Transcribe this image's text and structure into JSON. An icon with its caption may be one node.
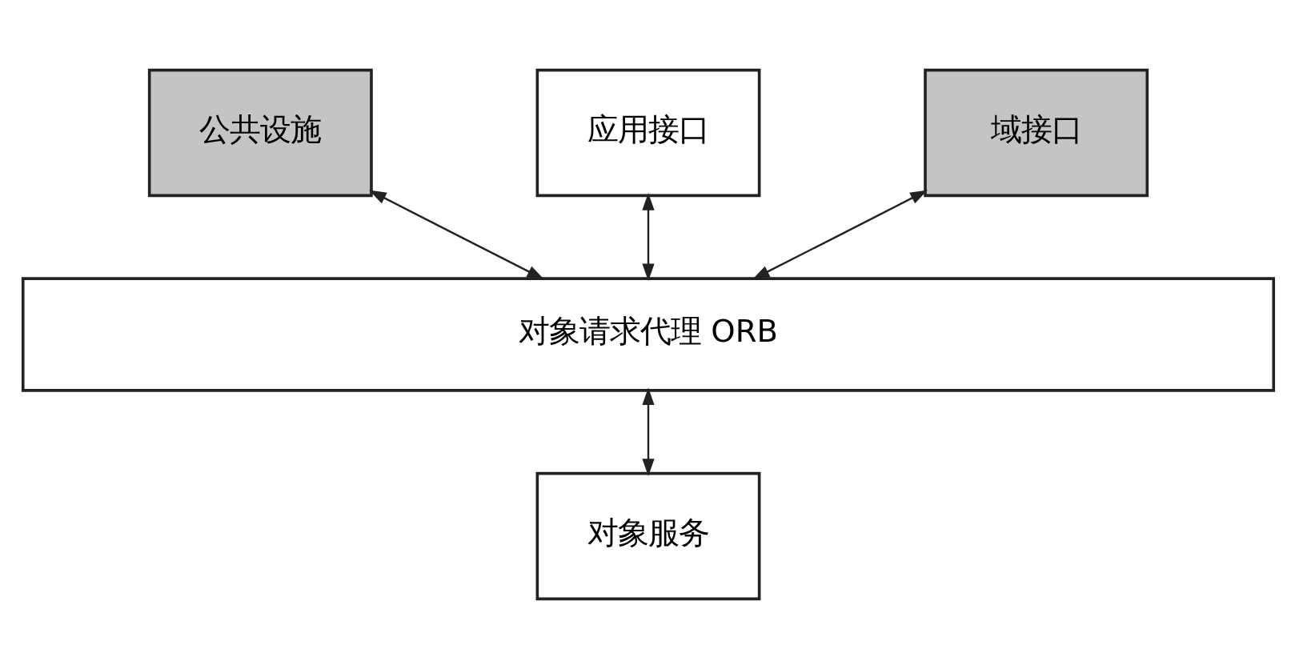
{
  "diagram": {
    "nodes": [
      {
        "text": [
          "公共设施"
        ]
      },
      {
        "text": [
          "应用接口"
        ]
      },
      {
        "text": [
          "域接口"
        ]
      },
      {
        "text": [
          "对象请求代理 ORB"
        ]
      },
      {
        "text": [
          "对象服务"
        ]
      }
    ],
    "edges": [
      {
        "from": 0,
        "to": 3,
        "arrow": "both"
      },
      {
        "from": 1,
        "to": 3,
        "arrow": "both"
      },
      {
        "from": 2,
        "to": 3,
        "arrow": "both"
      },
      {
        "from": 3,
        "to": 4,
        "arrow": "both"
      }
    ]
  }
}
